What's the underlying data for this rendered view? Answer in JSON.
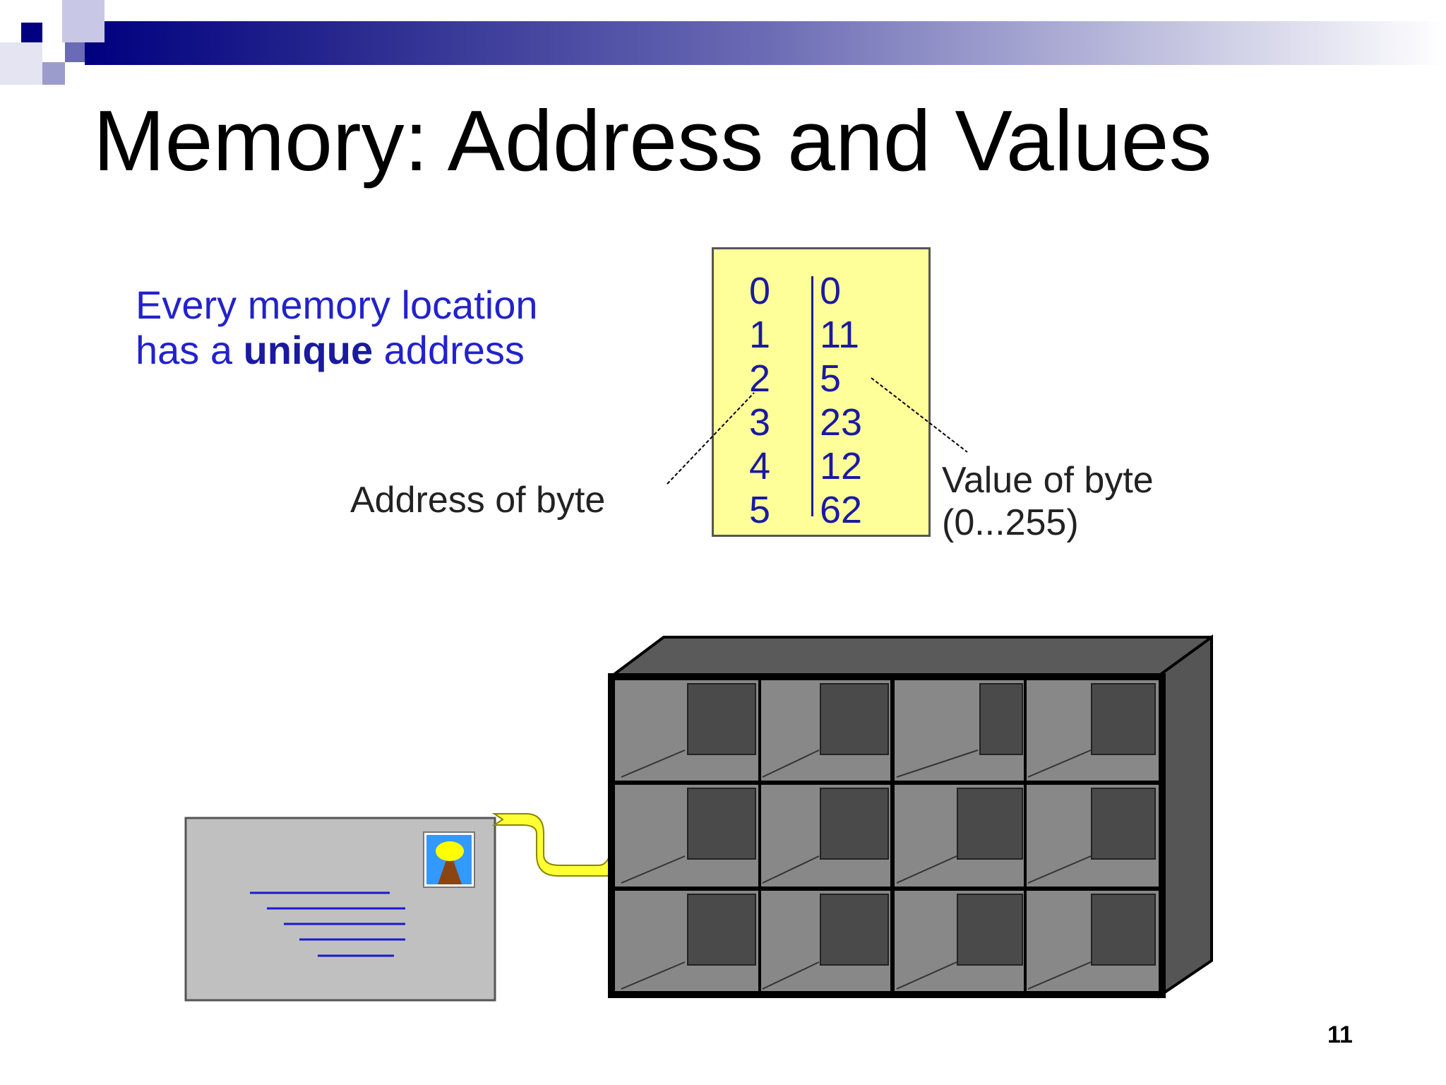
{
  "slide": {
    "title": "Memory: Address and Values",
    "description_line1": "Every memory location",
    "description_line2_prefix": "has a ",
    "description_line2_bold": "unique",
    "description_line2_suffix": " address",
    "address_label": "Address of byte",
    "value_label_line1": "Value of byte",
    "value_label_line2": "(0...255)",
    "page_number": "11"
  },
  "memory_table": {
    "addresses": [
      "0",
      "1",
      "2",
      "3",
      "4",
      "5"
    ],
    "values": [
      "0",
      "11",
      "5",
      "23",
      "12",
      "62"
    ]
  },
  "colors": {
    "header_dark": "#000080",
    "memory_box": "#ffff99",
    "blue_text": "#2222cc",
    "arrow": "#ffff00",
    "cabinet": "#555555"
  }
}
